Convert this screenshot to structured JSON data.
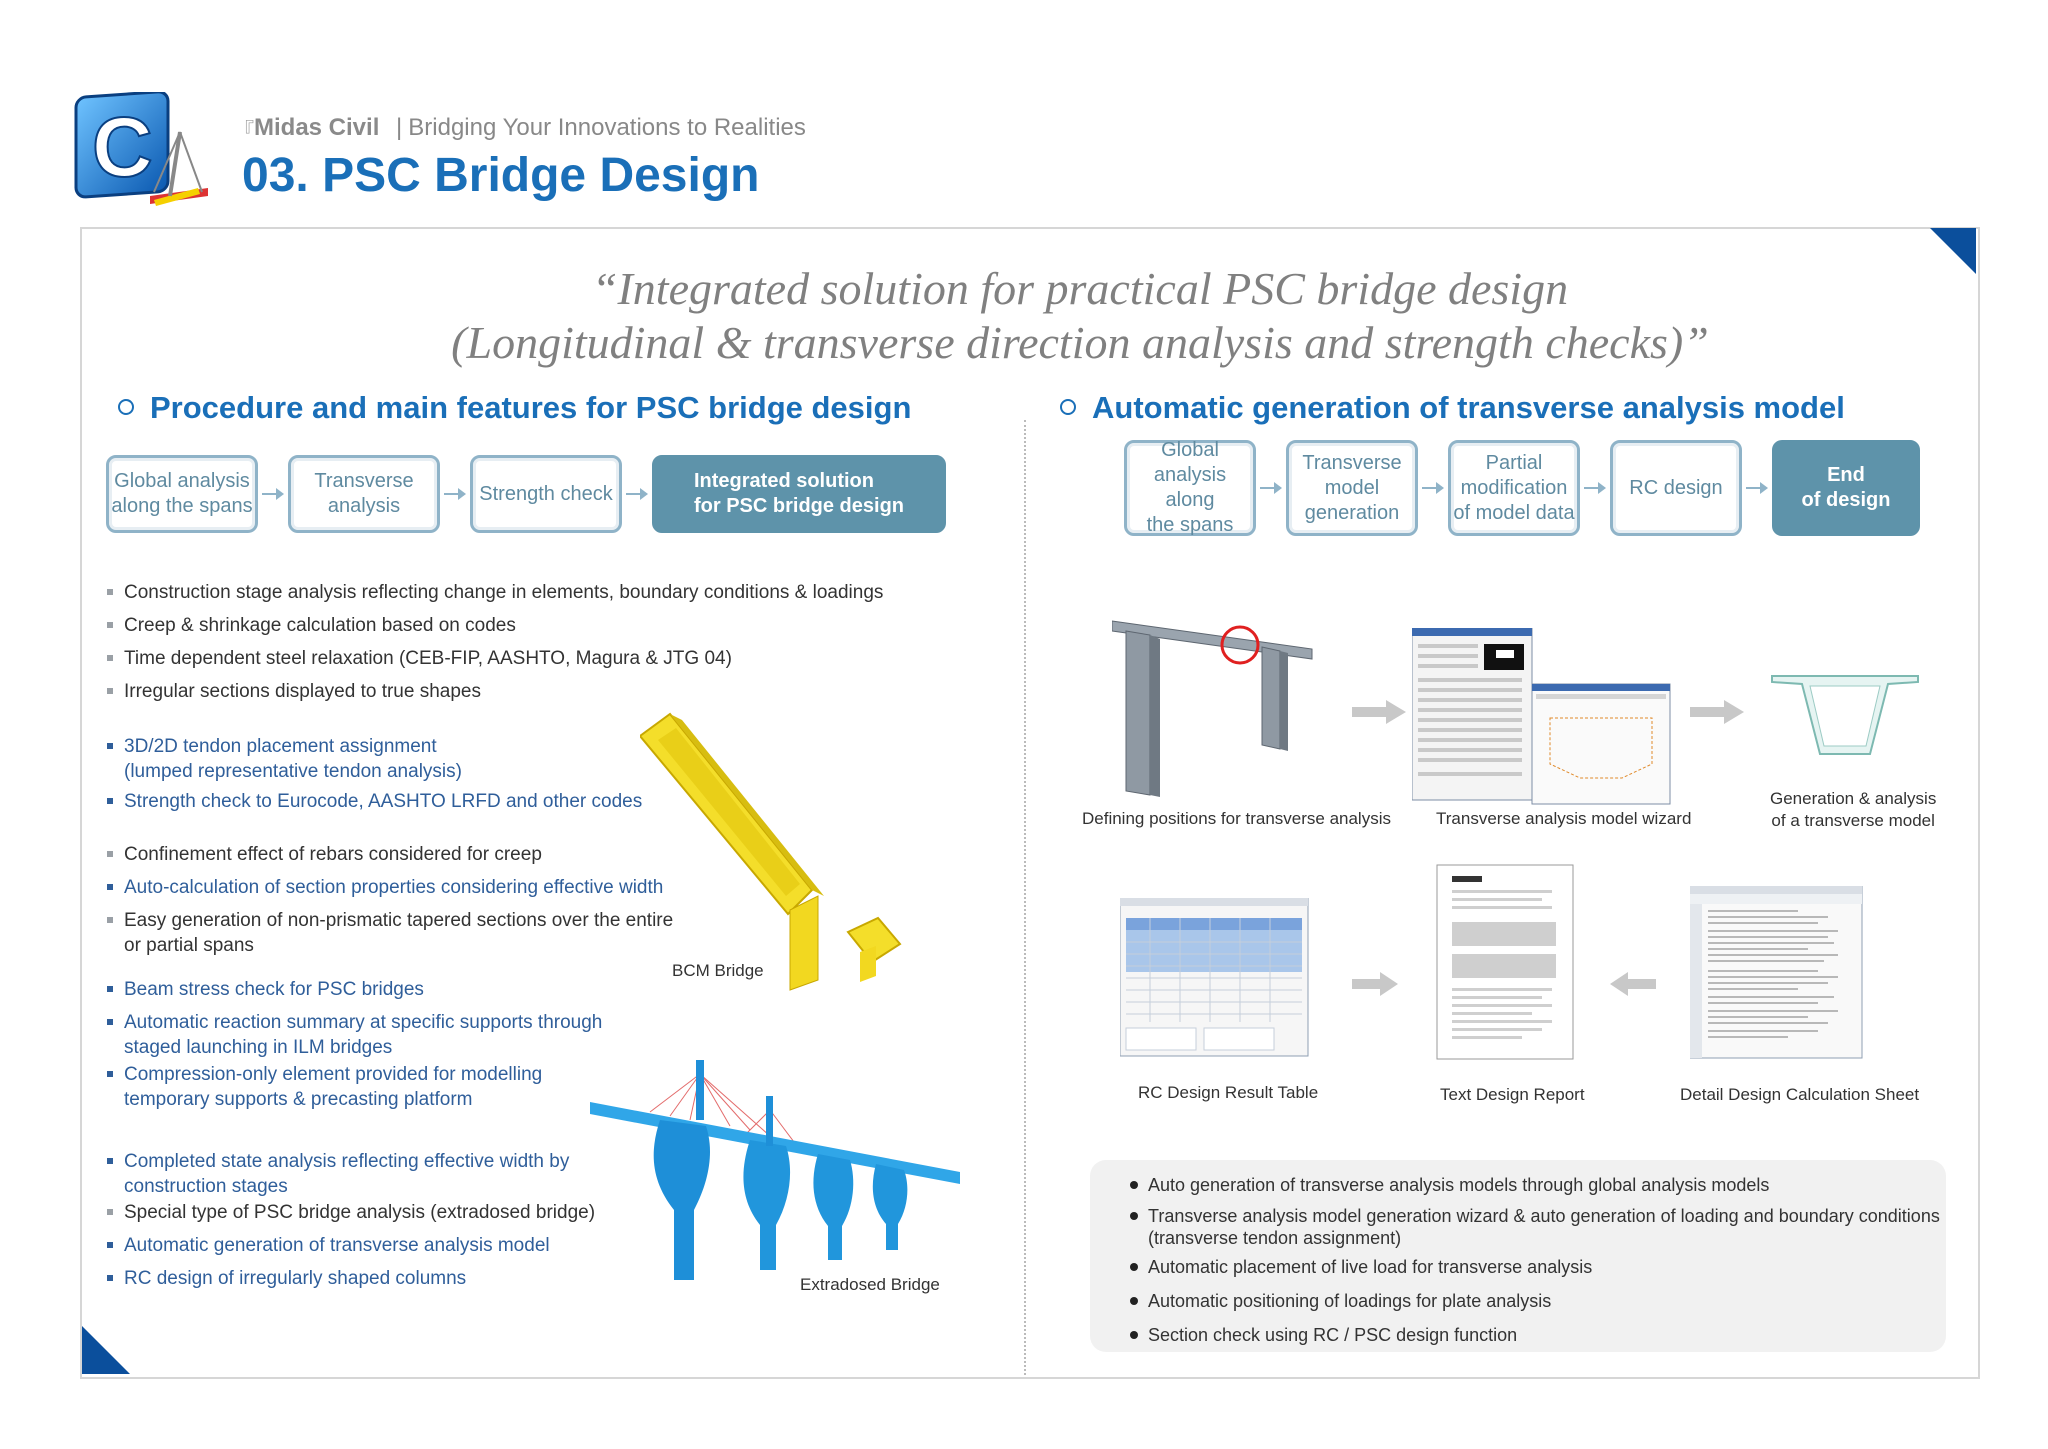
{
  "header": {
    "bracket": "『",
    "app_name": "Midas Civil",
    "separator": "|",
    "tagline": "Bridging Your Innovations to Realities",
    "title": "03. PSC Bridge Design"
  },
  "quote": {
    "line1": "“Integrated solution for practical PSC bridge design",
    "line2": "(Longitudinal & transverse direction analysis and strength checks)”"
  },
  "left": {
    "section_title": "Procedure and main features for PSC bridge design",
    "flow": [
      {
        "line1": "Global analysis",
        "line2": "along the spans"
      },
      {
        "line1": "Transverse",
        "line2": "analysis"
      },
      {
        "line1": "Strength check",
        "line2": ""
      },
      {
        "line1": "Integrated solution",
        "line2": "for PSC bridge design"
      }
    ],
    "bullets": [
      "Construction stage analysis reflecting change in elements, boundary conditions & loadings",
      "Creep & shrinkage calculation based on codes",
      "Time dependent steel relaxation (CEB-FIP, AASHTO, Magura & JTG 04)",
      "Irregular sections displayed to true shapes",
      "3D/2D tendon placement assignment",
      "(lumped representative tendon analysis)",
      "Strength check to Eurocode, AASHTO LRFD and other codes",
      "Confinement effect of rebars considered for creep",
      "Auto-calculation of section properties considering effective width",
      "Easy generation of non-prismatic tapered sections over the entire",
      "or partial spans",
      "Beam stress check for PSC bridges",
      "Automatic reaction summary at specific supports through",
      "staged launching in ILM bridges",
      "Compression-only element provided for modelling",
      "temporary supports & precasting platform",
      "Completed state analysis reflecting effective width by",
      "construction stages",
      "Special type of PSC bridge analysis (extradosed bridge)",
      "Automatic generation of transverse analysis model",
      "RC design of irregularly shaped columns"
    ],
    "bcm_caption": "BCM Bridge",
    "extradosed_caption": "Extradosed Bridge"
  },
  "right": {
    "section_title": "Automatic generation of transverse analysis model",
    "flow": [
      {
        "line1": "Global",
        "line2": "analysis along",
        "line3": "the spans"
      },
      {
        "line1": "Transverse",
        "line2": "model",
        "line3": "generation"
      },
      {
        "line1": "Partial",
        "line2": "modification",
        "line3": "of model data"
      },
      {
        "line1": "RC design",
        "line2": "",
        "line3": ""
      },
      {
        "line1": "End",
        "line2": "of design",
        "line3": ""
      }
    ],
    "captions": {
      "defining": "Defining positions for transverse analysis",
      "wizard": "Transverse analysis model wizard",
      "generation1": "Generation & analysis",
      "generation2": "of a transverse model",
      "rc_table": "RC Design Result Table",
      "text_report": "Text Design Report",
      "detail_sheet": "Detail Design Calculation Sheet"
    },
    "notes": [
      "Auto generation of transverse analysis models through global analysis models",
      "Transverse analysis model generation wizard & auto generation of loading and boundary conditions",
      "(transverse tendon assignment)",
      "Automatic placement of live load for transverse analysis",
      "Automatic positioning of loadings for plate analysis",
      "Section check using RC / PSC design function"
    ]
  },
  "colors": {
    "title_blue": "#1a6fb8",
    "flow_border": "#8fb3c8",
    "flow_dark": "#5e93aa",
    "bullet_blue": "#2f5e9a",
    "bcm_yellow": "#f2dc22",
    "extradosed_blue": "#2a9be0"
  }
}
